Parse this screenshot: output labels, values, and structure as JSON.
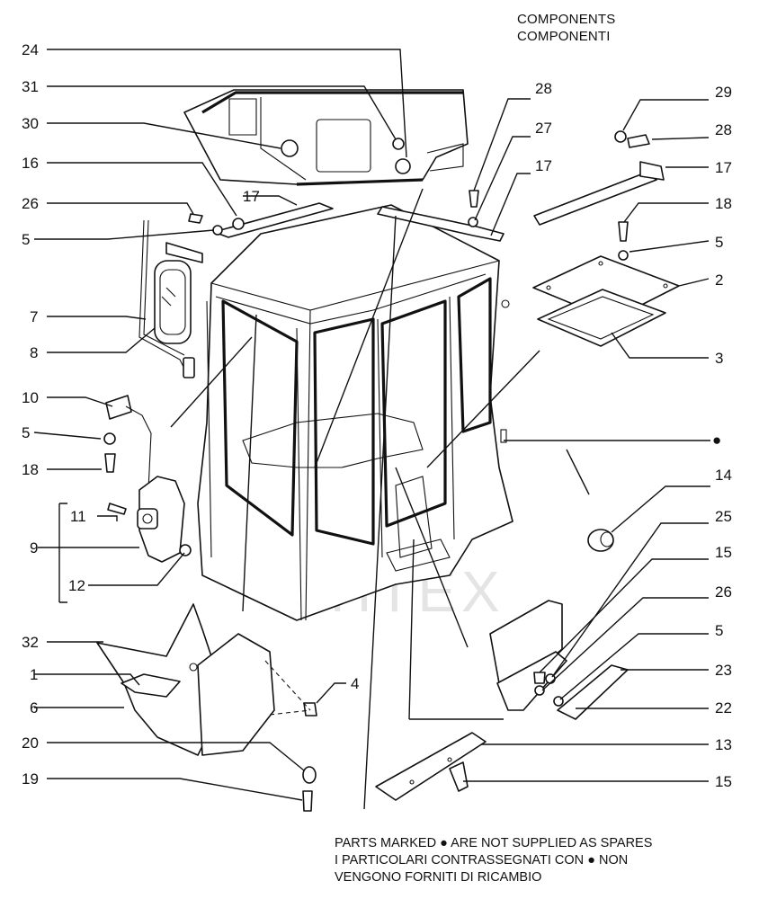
{
  "title": {
    "line1": "COMPONENTS",
    "line2": "COMPONENTI"
  },
  "watermark": "ИНТЕХ",
  "notes": {
    "line1": "PARTS MARKED",
    "line1_rest": "ARE NOT SUPPLIED AS SPARES",
    "line2": "I PARTICOLARI CONTRASSEGNATI CON",
    "line2_rest": "NON",
    "line3": "VENGONO FORNITI DI RICAMBIO"
  },
  "callouts": {
    "c24": "24",
    "c31": "31",
    "c30": "30",
    "c16": "16",
    "c26a": "26",
    "c17a": "17",
    "c5a": "5",
    "c7": "7",
    "c8": "8",
    "c10": "10",
    "c5b": "5",
    "c18a": "18",
    "c11": "11",
    "c9": "9",
    "c12": "12",
    "c32": "32",
    "c1": "1",
    "c6": "6",
    "c20": "20",
    "c19": "19",
    "c4": "4",
    "c28a": "28",
    "c27": "27",
    "c17b": "17",
    "c29": "29",
    "c28b": "28",
    "c17c": "17",
    "c18b": "18",
    "c5c": "5",
    "c2": "2",
    "c3": "3",
    "c14": "14",
    "c25": "25",
    "c15a": "15",
    "c26b": "26",
    "c5d": "5",
    "c23": "23",
    "c22": "22",
    "c13": "13",
    "c15b": "15"
  },
  "bullet_marker": "●"
}
